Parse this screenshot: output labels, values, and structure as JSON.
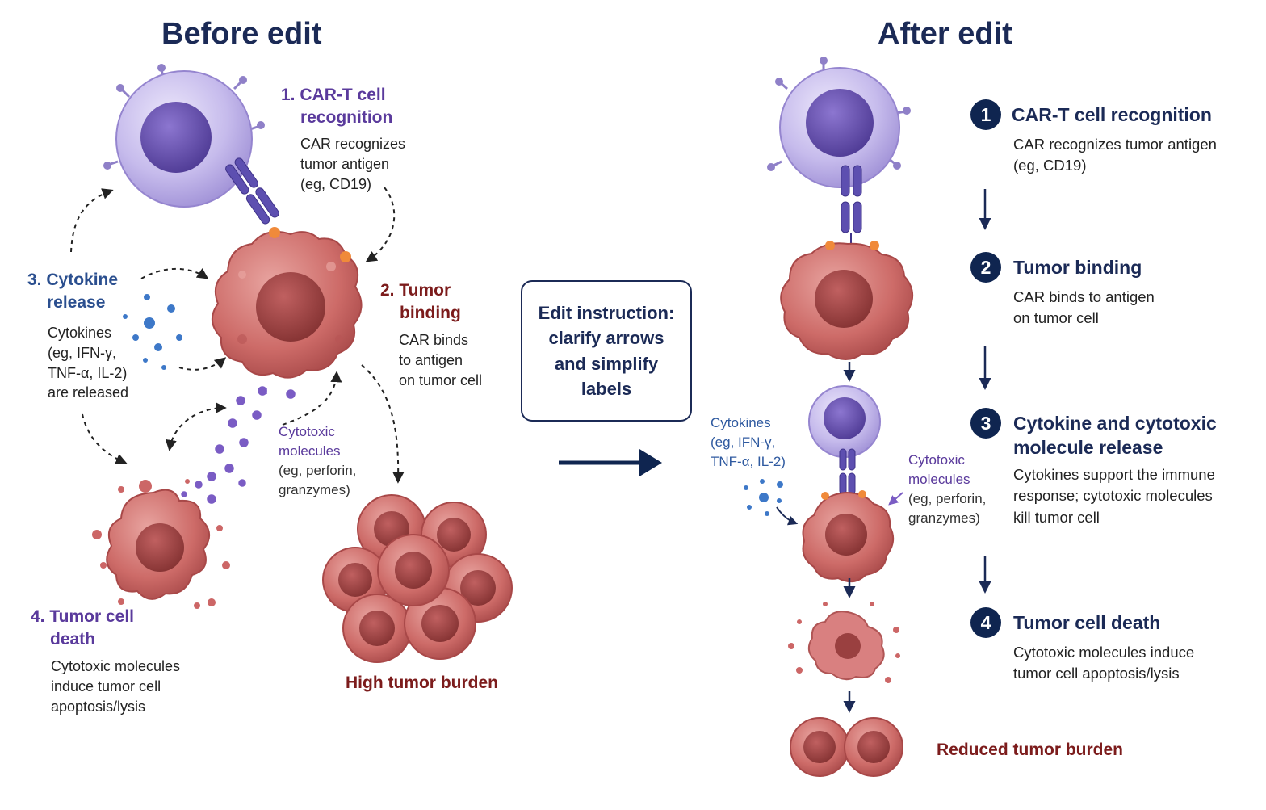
{
  "headings": {
    "before": "Before edit",
    "after": "After edit"
  },
  "before": {
    "step1": {
      "num": "1.",
      "title_l1": "CAR-T cell",
      "title_l2": "recognition",
      "desc": [
        "CAR recognizes",
        "tumor antigen",
        "(eg, CD19)"
      ]
    },
    "step2": {
      "num": "2.",
      "title_l1": "Tumor",
      "title_l2": "binding",
      "desc": [
        "CAR binds",
        "to antigen",
        "on tumor cell"
      ]
    },
    "step3": {
      "num": "3.",
      "title_l1": "Cytokine",
      "title_l2": "release",
      "desc": [
        "Cytokines",
        "(eg, IFN-γ,",
        "TNF-α, IL-2)",
        "are released"
      ]
    },
    "step4": {
      "num": "4.",
      "title_l1": "Tumor cell",
      "title_l2": "death",
      "desc": [
        "Cytotoxic molecules",
        "induce tumor cell",
        "apoptosis/lysis"
      ]
    },
    "cytotoxic": {
      "title": [
        "Cytotoxic",
        "molecules"
      ],
      "desc": [
        "(eg, perforin,",
        "granzymes)"
      ]
    },
    "burden": "High tumor burden"
  },
  "instruction": {
    "lines": [
      "Edit instruction:",
      "clarify arrows",
      "and simplify",
      "labels"
    ]
  },
  "after": {
    "steps": [
      {
        "num": "1",
        "title": [
          "CAR-T cell recognition"
        ],
        "desc": [
          "CAR recognizes tumor antigen",
          "(eg, CD19)"
        ]
      },
      {
        "num": "2",
        "title": [
          "Tumor binding"
        ],
        "desc": [
          "CAR binds to antigen",
          "on tumor cell"
        ]
      },
      {
        "num": "3",
        "title": [
          "Cytokine and cytotoxic",
          "molecule release"
        ],
        "desc": [
          "Cytokines support the immune",
          "response; cytotoxic molecules",
          "kill tumor cell"
        ]
      },
      {
        "num": "4",
        "title": [
          "Tumor cell death"
        ],
        "desc": [
          "Cytotoxic molecules induce",
          "tumor cell apoptosis/lysis"
        ]
      }
    ],
    "cytokines": [
      "Cytokines",
      "(eg, IFN-γ,",
      "TNF-α, IL-2)"
    ],
    "cytotoxic": {
      "title": [
        "Cytotoxic",
        "molecules"
      ],
      "desc": [
        "(eg, perforin,",
        "granzymes)"
      ]
    },
    "burden": "Reduced tumor burden"
  },
  "colors": {
    "navy": "#1b2a56",
    "purple_label": "#5a3a9c",
    "maroon_label": "#7c1c1c",
    "tcell": "#b9aee6",
    "tumor": "#c86464"
  }
}
